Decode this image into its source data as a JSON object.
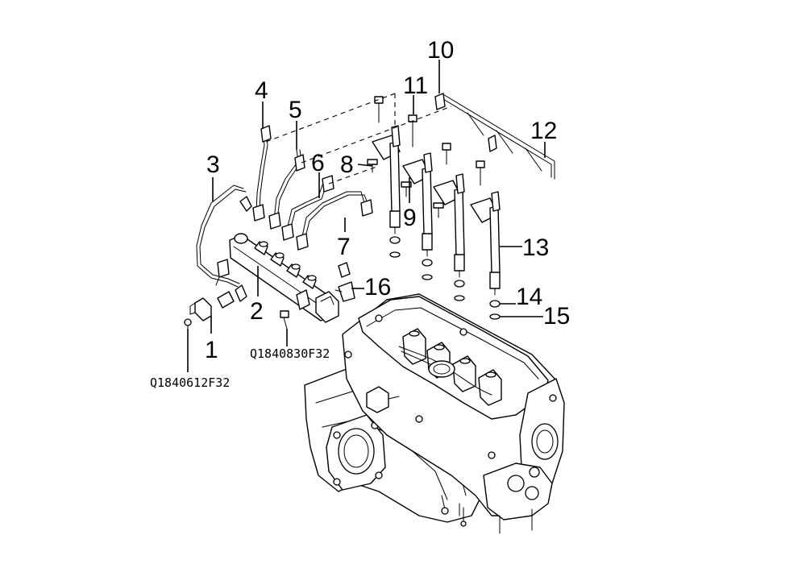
{
  "callouts": [
    "1",
    "2",
    "3",
    "4",
    "5",
    "6",
    "7",
    "8",
    "9",
    "10",
    "11",
    "12",
    "13",
    "14",
    "15",
    "16"
  ],
  "part_numbers": [
    "Q1840612F32",
    "Q1840830F32"
  ]
}
